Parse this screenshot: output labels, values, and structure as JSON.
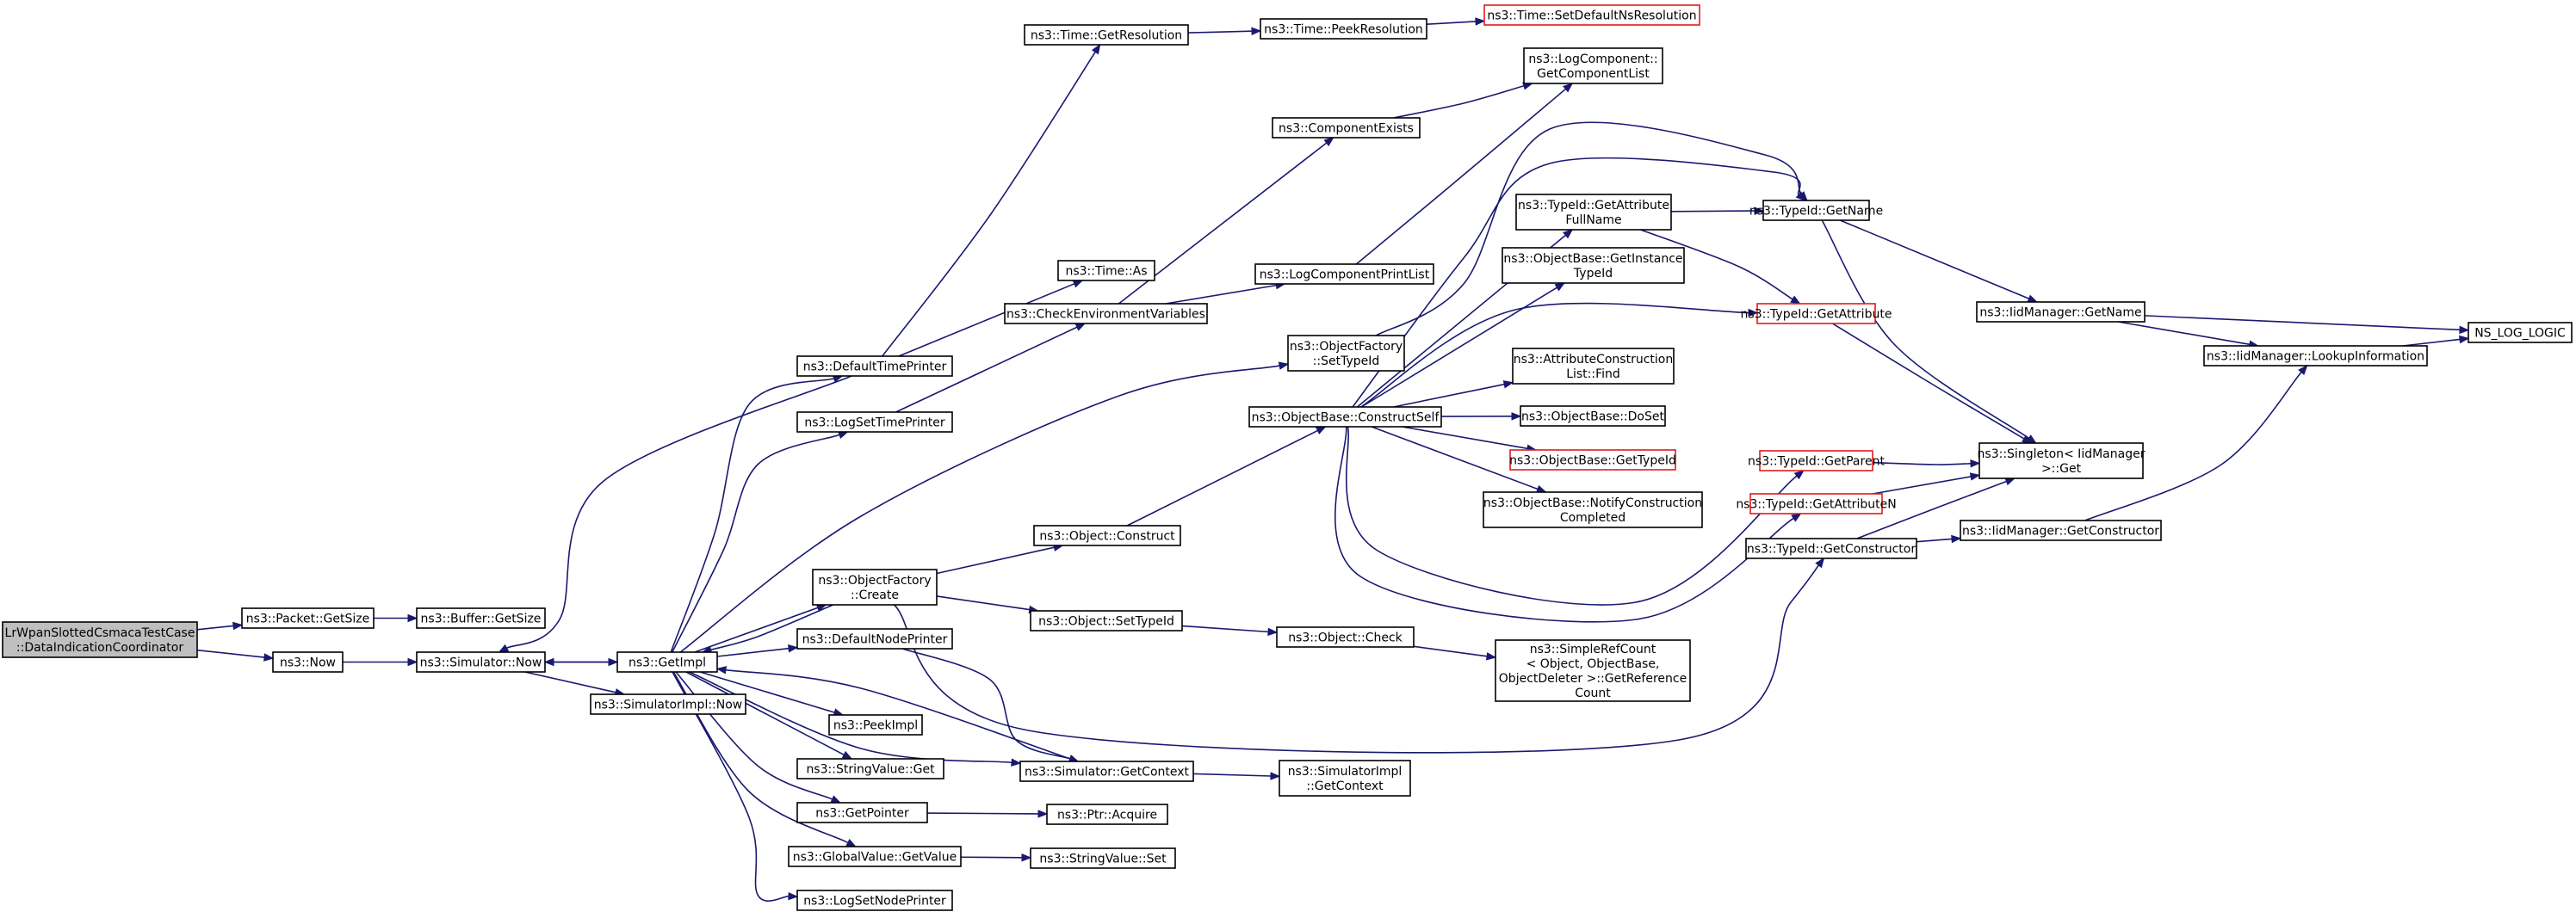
{
  "nodes": [
    {
      "id": "root",
      "lines": [
        "LrWpanSlottedCsmacaTestCase",
        "::DataIndicationCoordinator"
      ],
      "style": "root"
    },
    {
      "id": "pkt_getsize",
      "lines": [
        "ns3::Packet::GetSize"
      ]
    },
    {
      "id": "buf_getsize",
      "lines": [
        "ns3::Buffer::GetSize"
      ]
    },
    {
      "id": "now",
      "lines": [
        "ns3::Now"
      ]
    },
    {
      "id": "sim_now",
      "lines": [
        "ns3::Simulator::Now"
      ]
    },
    {
      "id": "getimpl",
      "lines": [
        "ns3::GetImpl"
      ]
    },
    {
      "id": "simimpl_now",
      "lines": [
        "ns3::SimulatorImpl::Now"
      ]
    },
    {
      "id": "dtp",
      "lines": [
        "ns3::DefaultTimePrinter"
      ]
    },
    {
      "id": "lstp",
      "lines": [
        "ns3::LogSetTimePrinter"
      ]
    },
    {
      "id": "of_create",
      "lines": [
        "ns3::ObjectFactory",
        "::Create"
      ]
    },
    {
      "id": "dnp",
      "lines": [
        "ns3::DefaultNodePrinter"
      ]
    },
    {
      "id": "peekimpl",
      "lines": [
        "ns3::PeekImpl"
      ]
    },
    {
      "id": "sv_get",
      "lines": [
        "ns3::StringValue::Get"
      ]
    },
    {
      "id": "getpointer",
      "lines": [
        "ns3::GetPointer"
      ]
    },
    {
      "id": "gv_getvalue",
      "lines": [
        "ns3::GlobalValue::GetValue"
      ]
    },
    {
      "id": "lsnp",
      "lines": [
        "ns3::LogSetNodePrinter"
      ]
    },
    {
      "id": "time_getres",
      "lines": [
        "ns3::Time::GetResolution"
      ]
    },
    {
      "id": "time_as",
      "lines": [
        "ns3::Time::As"
      ]
    },
    {
      "id": "cev",
      "lines": [
        "ns3::CheckEnvironmentVariables"
      ]
    },
    {
      "id": "obj_construct",
      "lines": [
        "ns3::Object::Construct"
      ]
    },
    {
      "id": "obj_settypeid",
      "lines": [
        "ns3::Object::SetTypeId"
      ]
    },
    {
      "id": "sim_getcontext",
      "lines": [
        "ns3::Simulator::GetContext"
      ]
    },
    {
      "id": "ptr_acquire",
      "lines": [
        "ns3::Ptr::Acquire"
      ]
    },
    {
      "id": "sv_set",
      "lines": [
        "ns3::StringValue::Set"
      ]
    },
    {
      "id": "time_peekres",
      "lines": [
        "ns3::Time::PeekResolution"
      ]
    },
    {
      "id": "comp_exists",
      "lines": [
        "ns3::ComponentExists"
      ]
    },
    {
      "id": "lcpl",
      "lines": [
        "ns3::LogComponentPrintList"
      ]
    },
    {
      "id": "of_settypeid",
      "lines": [
        "ns3::ObjectFactory",
        "::SetTypeId"
      ]
    },
    {
      "id": "ob_constructself",
      "lines": [
        "ns3::ObjectBase::ConstructSelf"
      ]
    },
    {
      "id": "obj_check",
      "lines": [
        "ns3::Object::Check"
      ]
    },
    {
      "id": "simimpl_getcontext",
      "lines": [
        "ns3::SimulatorImpl",
        "::GetContext"
      ]
    },
    {
      "id": "time_setdefres",
      "lines": [
        "ns3::Time::SetDefaultNsResolution"
      ],
      "style": "red"
    },
    {
      "id": "lc_getcomplist",
      "lines": [
        "ns3::LogComponent::",
        "GetComponentList"
      ]
    },
    {
      "id": "tid_getattrfullname",
      "lines": [
        "ns3::TypeId::GetAttribute",
        "FullName"
      ]
    },
    {
      "id": "ob_getinstancetypeid",
      "lines": [
        "ns3::ObjectBase::GetInstance",
        "TypeId"
      ]
    },
    {
      "id": "acl_find",
      "lines": [
        "ns3::AttributeConstruction",
        "List::Find"
      ]
    },
    {
      "id": "ob_doset",
      "lines": [
        "ns3::ObjectBase::DoSet"
      ]
    },
    {
      "id": "ob_gettypeid",
      "lines": [
        "ns3::ObjectBase::GetTypeId"
      ],
      "style": "red"
    },
    {
      "id": "ob_notify",
      "lines": [
        "ns3::ObjectBase::NotifyConstruction",
        "Completed"
      ]
    },
    {
      "id": "srefcount",
      "lines": [
        "ns3::SimpleRefCount",
        "< Object, ObjectBase,",
        " ObjectDeleter >::GetReference",
        "Count"
      ]
    },
    {
      "id": "tid_getname",
      "lines": [
        "ns3::TypeId::GetName"
      ]
    },
    {
      "id": "tid_getattribute",
      "lines": [
        "ns3::TypeId::GetAttribute"
      ],
      "style": "red"
    },
    {
      "id": "tid_getparent",
      "lines": [
        "ns3::TypeId::GetParent"
      ],
      "style": "red"
    },
    {
      "id": "tid_getattributen",
      "lines": [
        "ns3::TypeId::GetAttributeN"
      ],
      "style": "red"
    },
    {
      "id": "tid_getconstructor",
      "lines": [
        "ns3::TypeId::GetConstructor"
      ]
    },
    {
      "id": "iid_getname",
      "lines": [
        "ns3::IidManager::GetName"
      ]
    },
    {
      "id": "singleton_get",
      "lines": [
        "ns3::Singleton< IidManager",
        " >::Get"
      ]
    },
    {
      "id": "iid_getconstructor",
      "lines": [
        "ns3::IidManager::GetConstructor"
      ]
    },
    {
      "id": "iid_lookupinfo",
      "lines": [
        "ns3::IidManager::LookupInformation"
      ]
    },
    {
      "id": "ns_log_logic",
      "lines": [
        "NS_LOG_LOGIC"
      ]
    }
  ],
  "edges": [
    [
      "root",
      "pkt_getsize"
    ],
    [
      "root",
      "now"
    ],
    [
      "pkt_getsize",
      "buf_getsize"
    ],
    [
      "now",
      "sim_now"
    ],
    [
      "sim_now",
      "getimpl"
    ],
    [
      "sim_now",
      "simimpl_now"
    ],
    [
      "getimpl",
      "sim_now"
    ],
    [
      "getimpl",
      "dtp"
    ],
    [
      "getimpl",
      "lstp"
    ],
    [
      "getimpl",
      "of_create"
    ],
    [
      "getimpl",
      "of_settypeid"
    ],
    [
      "getimpl",
      "dnp"
    ],
    [
      "getimpl",
      "peekimpl"
    ],
    [
      "getimpl",
      "sv_get"
    ],
    [
      "getimpl",
      "getpointer"
    ],
    [
      "getimpl",
      "gv_getvalue"
    ],
    [
      "getimpl",
      "lsnp"
    ],
    [
      "getimpl",
      "sim_getcontext"
    ],
    [
      "dtp",
      "sim_now"
    ],
    [
      "dtp",
      "time_getres"
    ],
    [
      "dtp",
      "time_as"
    ],
    [
      "lstp",
      "cev"
    ],
    [
      "of_create",
      "getimpl"
    ],
    [
      "of_create",
      "obj_construct"
    ],
    [
      "of_create",
      "obj_settypeid"
    ],
    [
      "of_create",
      "tid_getconstructor"
    ],
    [
      "dnp",
      "sim_getcontext"
    ],
    [
      "getpointer",
      "ptr_acquire"
    ],
    [
      "gv_getvalue",
      "sv_set"
    ],
    [
      "time_getres",
      "time_peekres"
    ],
    [
      "time_peekres",
      "time_setdefres"
    ],
    [
      "cev",
      "comp_exists"
    ],
    [
      "cev",
      "lcpl"
    ],
    [
      "comp_exists",
      "lc_getcomplist"
    ],
    [
      "lcpl",
      "lc_getcomplist"
    ],
    [
      "obj_construct",
      "ob_constructself"
    ],
    [
      "obj_settypeid",
      "obj_check"
    ],
    [
      "obj_check",
      "srefcount"
    ],
    [
      "sim_getcontext",
      "getimpl"
    ],
    [
      "sim_getcontext",
      "simimpl_getcontext"
    ],
    [
      "of_settypeid",
      "tid_getname"
    ],
    [
      "ob_constructself",
      "tid_getattrfullname"
    ],
    [
      "ob_constructself",
      "ob_getinstancetypeid"
    ],
    [
      "ob_constructself",
      "tid_getattribute"
    ],
    [
      "ob_constructself",
      "acl_find"
    ],
    [
      "ob_constructself",
      "ob_doset"
    ],
    [
      "ob_constructself",
      "ob_gettypeid"
    ],
    [
      "ob_constructself",
      "ob_notify"
    ],
    [
      "ob_constructself",
      "tid_getname"
    ],
    [
      "ob_constructself",
      "tid_getparent"
    ],
    [
      "ob_constructself",
      "tid_getattributen"
    ],
    [
      "tid_getattrfullname",
      "tid_getname"
    ],
    [
      "tid_getattrfullname",
      "tid_getattribute"
    ],
    [
      "tid_getname",
      "iid_getname"
    ],
    [
      "tid_getname",
      "singleton_get"
    ],
    [
      "tid_getattribute",
      "singleton_get"
    ],
    [
      "tid_getparent",
      "singleton_get"
    ],
    [
      "tid_getattributen",
      "singleton_get"
    ],
    [
      "tid_getconstructor",
      "singleton_get"
    ],
    [
      "tid_getconstructor",
      "iid_getconstructor"
    ],
    [
      "iid_getname",
      "iid_lookupinfo"
    ],
    [
      "iid_getname",
      "ns_log_logic"
    ],
    [
      "iid_getconstructor",
      "iid_lookupinfo"
    ],
    [
      "iid_lookupinfo",
      "ns_log_logic"
    ]
  ]
}
